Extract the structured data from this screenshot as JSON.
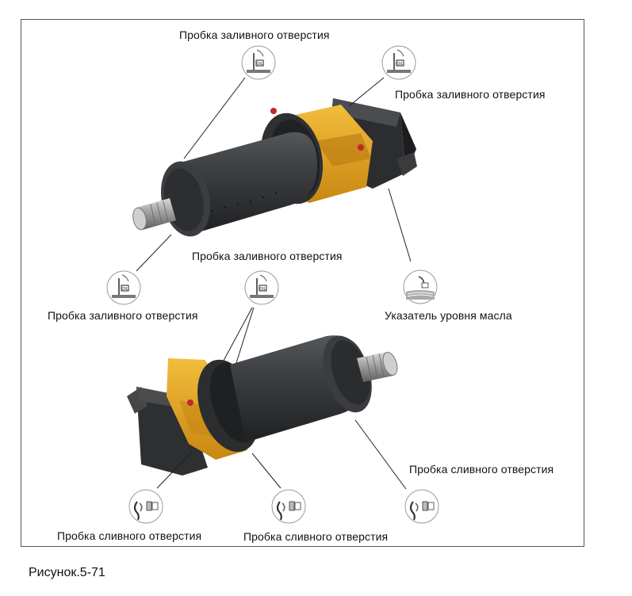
{
  "labels": {
    "top_fill_plug": "Пробка заливного отверстия",
    "right_fill_plug": "Пробка заливного отверстия",
    "center_fill_plug": "Пробка заливного отверстия",
    "left_fill_plug": "Пробка заливного отверстия",
    "oil_level_indicator": "Указатель уровня масла",
    "right_drain_plug": "Пробка сливного отверстия",
    "left_drain_plug": "Пробка сливного отверстия",
    "center_drain_plug": "Пробка сливного отверстия"
  },
  "caption": "Рисунок.5-71",
  "icons": {
    "fill_plug": "fill-plug-icon",
    "drain_plug": "drain-plug-icon",
    "oil_level": "oil-level-icon"
  },
  "colors": {
    "motor_body": "#3a3c3e",
    "housing": "#e0a21c",
    "frame": "#555555"
  }
}
